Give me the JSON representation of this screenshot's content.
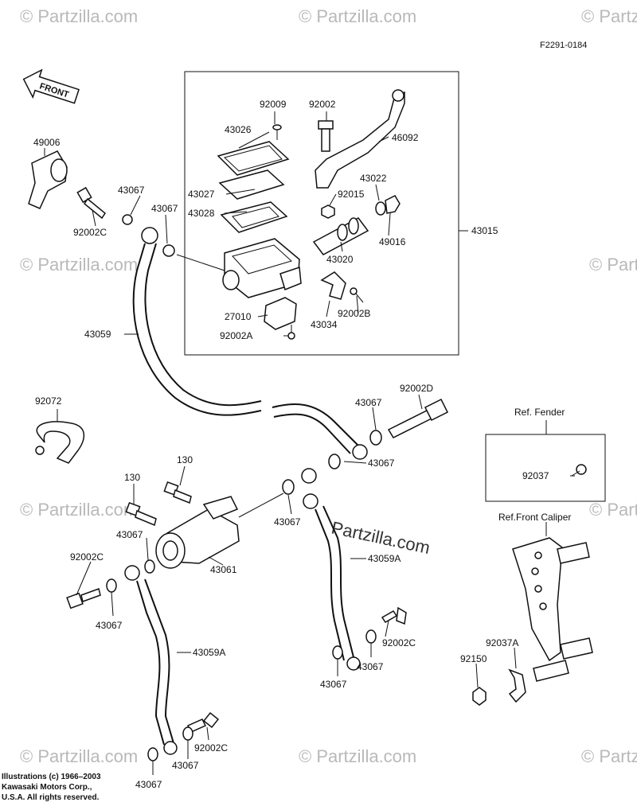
{
  "diagram": {
    "figure_code": "F2291-0184",
    "front_label": "FRONT",
    "ref_fender": "Ref. Fender",
    "ref_front_caliper": "Ref.Front Caliper",
    "watermark": "© Partzilla.com",
    "watermark_center": "Partzilla.com",
    "labels": {
      "p49006": "49006",
      "p92009": "92009",
      "p92002": "92002",
      "p46092": "46092",
      "p43026": "43026",
      "p43022": "43022",
      "p43027": "43027",
      "p92015": "92015",
      "p43028": "43028",
      "p43067_a": "43067",
      "p43067_b": "43067",
      "p49016": "49016",
      "p43015": "43015",
      "p92002C_a": "92002C",
      "p43020": "43020",
      "p27010": "27010",
      "p92002B": "92002B",
      "p43034": "43034",
      "p92002A": "92002A",
      "p43059": "43059",
      "p92072": "92072",
      "p43067_c": "43067",
      "p92002D": "92002D",
      "p43067_d": "43067",
      "p130_a": "130",
      "p130_b": "130",
      "p92037": "92037",
      "p43067_e": "43067",
      "p43067_f": "43067",
      "p92002C_b": "92002C",
      "p43061": "43061",
      "p43059A_a": "43059A",
      "p43067_g": "43067",
      "p92002C_c": "92002C",
      "p43059A_b": "43059A",
      "p43067_h": "43067",
      "p43067_i": "43067",
      "p92037A": "92037A",
      "p92150": "92150",
      "p92002C_d": "92002C",
      "p43067_j": "43067",
      "p43067_k": "43067"
    },
    "copyright": {
      "line1": "Illustrations (c) 1966–2003",
      "line2": "Kawasaki Motors Corp.,",
      "line3": "U.S.A.  All rights reserved."
    }
  }
}
